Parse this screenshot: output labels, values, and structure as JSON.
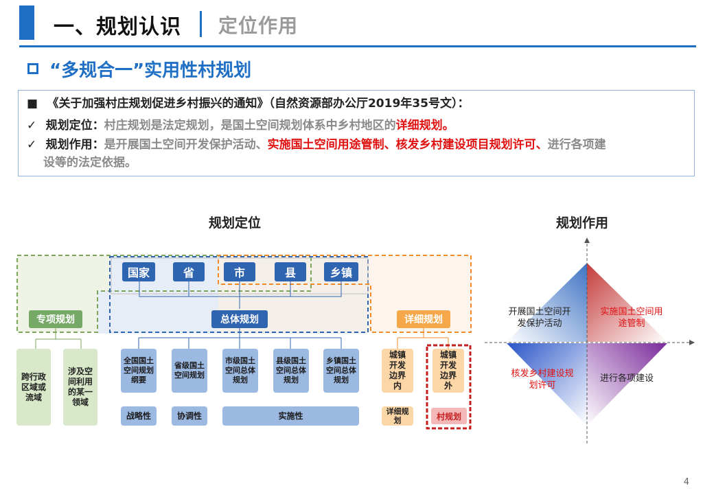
{
  "header": {
    "title": "一、规划认识",
    "subtitle": "定位作用"
  },
  "section": {
    "title": "“多规合一”实用性村规划"
  },
  "notice": {
    "line1": "《关于加强村庄规划促进乡村振兴的通知》（自然资源部办公厅2019年35号文）：",
    "line2_key": "规划定位：",
    "line2_grey": "村庄规划是法定规划，是国土空间规划体系中乡村地区的",
    "line2_red": "详细规划。",
    "line3_key": "规划作用：",
    "line3_grey1": "是开展国土空间开发保护活动、",
    "line3_red": "实施国土空间用途管制、核发乡村建设项目规划许可、",
    "line3_grey2": "进行各项建",
    "line4_grey": "设等的法定依据。",
    "bullet": "■",
    "check": "✓"
  },
  "diagram_left": {
    "heading": "规划定位",
    "levels": [
      "国家",
      "省",
      "市",
      "县",
      "乡镇"
    ],
    "special": "专项规划",
    "master": "总体规划",
    "detailed": "详细规划",
    "special_children": [
      "跨行政区域或流域",
      "涉及空间利用的某一领域"
    ],
    "master_children": [
      "全国国土空间规划纲要",
      "省级国土空间规划",
      "市级国土空间总体规划",
      "县级国土空间总体规划",
      "乡镇国土空间总体规划"
    ],
    "detailed_children": [
      "城镇开发边界内",
      "城镇开发边界外"
    ],
    "tags": [
      "战略性",
      "协调性",
      "实施性"
    ],
    "detailed_leaf": "详细规划",
    "village": "村规划"
  },
  "diagram_right": {
    "heading": "规划作用",
    "q1": "开展国土空间开发保护活动",
    "q2": "实施国土空间用途管制",
    "q3": "核发乡村建设规划许可",
    "q4": "进行各项建设"
  },
  "page_number": "4"
}
